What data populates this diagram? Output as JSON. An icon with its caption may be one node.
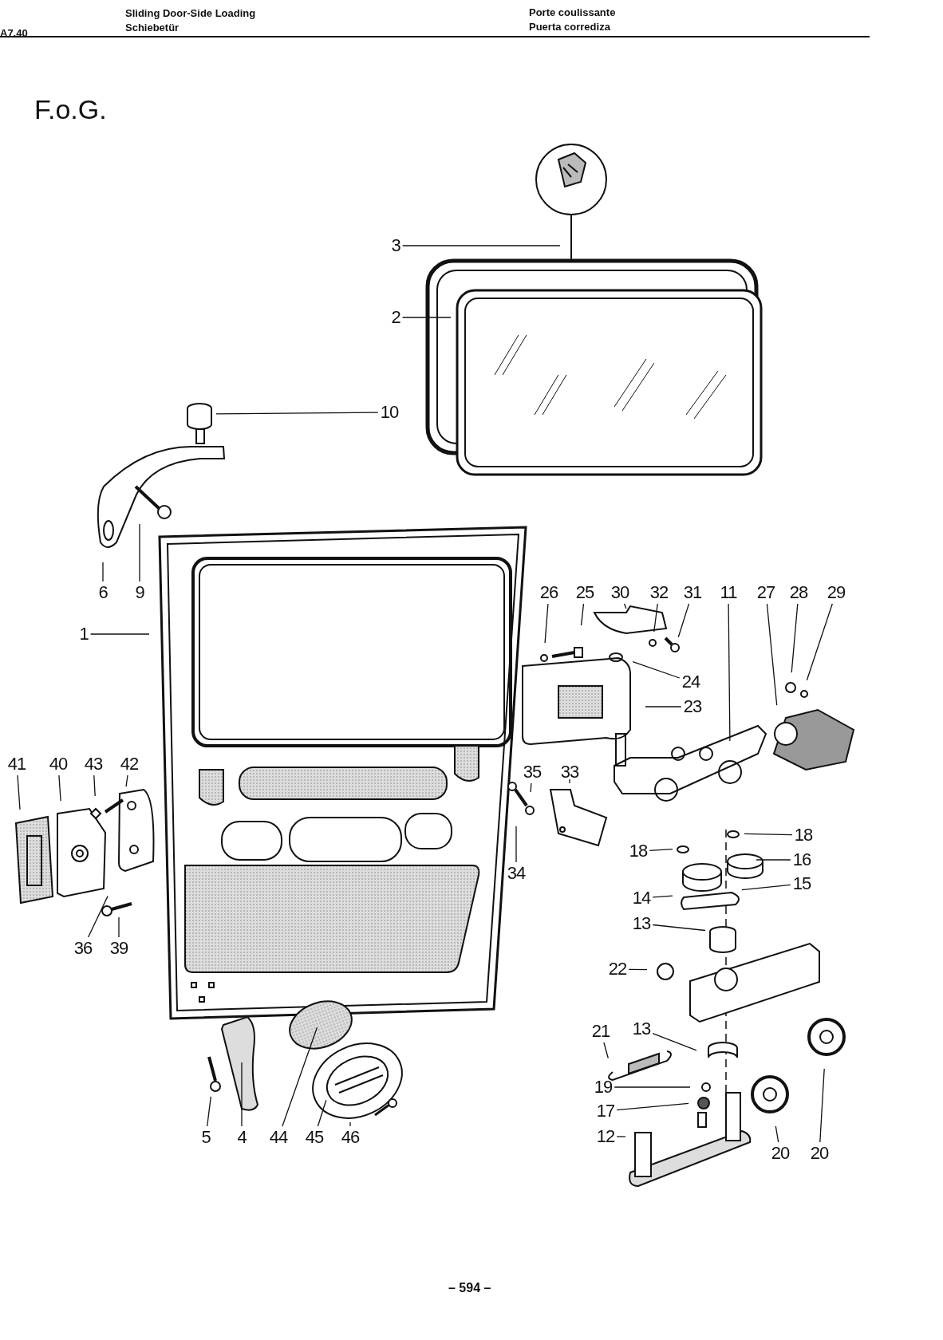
{
  "diagram": {
    "title": "F.o.G.",
    "nodes": [
      {
        "text": [
          "3"
        ]
      },
      {
        "text": [
          "2"
        ]
      },
      {
        "text": [
          "10"
        ]
      },
      {
        "text": [
          "6"
        ]
      },
      {
        "text": [
          "9"
        ]
      },
      {
        "text": [
          "1"
        ]
      },
      {
        "text": [
          "26"
        ]
      },
      {
        "text": [
          "25"
        ]
      },
      {
        "text": [
          "30"
        ]
      },
      {
        "text": [
          "32"
        ]
      },
      {
        "text": [
          "31"
        ]
      },
      {
        "text": [
          "11"
        ]
      },
      {
        "text": [
          "27"
        ]
      },
      {
        "text": [
          "28"
        ]
      },
      {
        "text": [
          "29"
        ]
      },
      {
        "text": [
          "24"
        ]
      },
      {
        "text": [
          "23"
        ]
      },
      {
        "text": [
          "41"
        ]
      },
      {
        "text": [
          "40"
        ]
      },
      {
        "text": [
          "43"
        ]
      },
      {
        "text": [
          "42"
        ]
      },
      {
        "text": [
          "35"
        ]
      },
      {
        "text": [
          "33"
        ]
      },
      {
        "text": [
          "34"
        ]
      },
      {
        "text": [
          "36"
        ]
      },
      {
        "text": [
          "39"
        ]
      },
      {
        "text": [
          "18"
        ]
      },
      {
        "text": [
          "18"
        ]
      },
      {
        "text": [
          "16"
        ]
      },
      {
        "text": [
          "15"
        ]
      },
      {
        "text": [
          "14"
        ]
      },
      {
        "text": [
          "13"
        ]
      },
      {
        "text": [
          "22"
        ]
      },
      {
        "text": [
          "13"
        ]
      },
      {
        "text": [
          "21"
        ]
      },
      {
        "text": [
          "19"
        ]
      },
      {
        "text": [
          "17"
        ]
      },
      {
        "text": [
          "12"
        ]
      },
      {
        "text": [
          "20"
        ]
      },
      {
        "text": [
          "20"
        ]
      },
      {
        "text": [
          "5"
        ]
      },
      {
        "text": [
          "4"
        ]
      },
      {
        "text": [
          "44"
        ]
      },
      {
        "text": [
          "45"
        ]
      },
      {
        "text": [
          "46"
        ]
      }
    ],
    "edges": [
      {
        "from": 0,
        "to": null,
        "arrow": "none"
      },
      {
        "from": 1,
        "to": null,
        "arrow": "none"
      },
      {
        "from": 2,
        "to": null,
        "arrow": "none"
      },
      {
        "from": 3,
        "to": null,
        "arrow": "none"
      },
      {
        "from": 4,
        "to": null,
        "arrow": "none"
      },
      {
        "from": 5,
        "to": null,
        "arrow": "none"
      },
      {
        "from": 6,
        "to": null,
        "arrow": "none"
      },
      {
        "from": 7,
        "to": null,
        "arrow": "none"
      },
      {
        "from": 8,
        "to": null,
        "arrow": "none"
      },
      {
        "from": 9,
        "to": null,
        "arrow": "none"
      },
      {
        "from": 10,
        "to": null,
        "arrow": "none"
      },
      {
        "from": 11,
        "to": null,
        "arrow": "none"
      },
      {
        "from": 12,
        "to": null,
        "arrow": "none"
      },
      {
        "from": 13,
        "to": null,
        "arrow": "none"
      },
      {
        "from": 14,
        "to": null,
        "arrow": "none"
      },
      {
        "from": 15,
        "to": null,
        "arrow": "none"
      },
      {
        "from": 16,
        "to": null,
        "arrow": "none"
      },
      {
        "from": 17,
        "to": null,
        "arrow": "none"
      },
      {
        "from": 18,
        "to": null,
        "arrow": "none"
      },
      {
        "from": 19,
        "to": null,
        "arrow": "none"
      },
      {
        "from": 20,
        "to": null,
        "arrow": "none"
      },
      {
        "from": 21,
        "to": null,
        "arrow": "none"
      },
      {
        "from": 22,
        "to": null,
        "arrow": "none"
      },
      {
        "from": 23,
        "to": null,
        "arrow": "none"
      },
      {
        "from": 24,
        "to": null,
        "arrow": "none"
      },
      {
        "from": 25,
        "to": null,
        "arrow": "none"
      },
      {
        "from": 26,
        "to": null,
        "arrow": "none"
      },
      {
        "from": 27,
        "to": null,
        "arrow": "none"
      },
      {
        "from": 28,
        "to": null,
        "arrow": "none"
      },
      {
        "from": 29,
        "to": null,
        "arrow": "none"
      },
      {
        "from": 30,
        "to": null,
        "arrow": "none"
      },
      {
        "from": 31,
        "to": null,
        "arrow": "none"
      },
      {
        "from": 32,
        "to": null,
        "arrow": "none"
      },
      {
        "from": 33,
        "to": null,
        "arrow": "none"
      },
      {
        "from": 34,
        "to": null,
        "arrow": "none"
      },
      {
        "from": 35,
        "to": null,
        "arrow": "none"
      },
      {
        "from": 36,
        "to": null,
        "arrow": "none"
      },
      {
        "from": 37,
        "to": null,
        "arrow": "none"
      },
      {
        "from": 38,
        "to": null,
        "arrow": "none"
      },
      {
        "from": 39,
        "to": null,
        "arrow": "none"
      },
      {
        "from": 40,
        "to": null,
        "arrow": "none"
      },
      {
        "from": 41,
        "to": null,
        "arrow": "none"
      },
      {
        "from": 42,
        "to": null,
        "arrow": "none"
      },
      {
        "from": 43,
        "to": null,
        "arrow": "none"
      },
      {
        "from": 44,
        "to": null,
        "arrow": "none"
      }
    ],
    "labels": [
      "A7.40",
      "Sliding Door-Side Loading",
      "Schiebetür",
      "Porte coulissante",
      "Puerta corrediza",
      "– 594 –"
    ]
  }
}
